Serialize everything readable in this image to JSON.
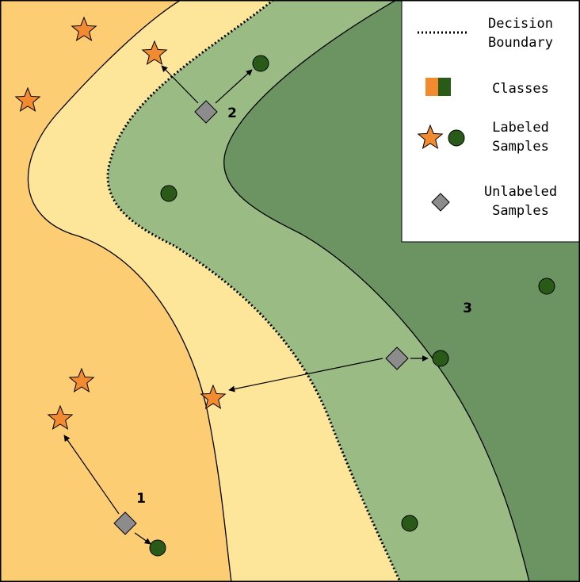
{
  "colors": {
    "orange_region": "#fdcd74",
    "yellow_region": "#fde59a",
    "light_green_region": "#9bbb84",
    "dark_green_region": "#6b9462",
    "star_fill": "#f28a30",
    "circle_fill": "#2a5a18",
    "diamond_fill": "#8c8c8c",
    "outline": "#000000"
  },
  "legend": {
    "boundary_line1": "Decision",
    "boundary_line2": "Boundary",
    "classes": "Classes",
    "labeled_line1": "Labeled",
    "labeled_line2": "Samples",
    "unlabeled_line1": "Unlabeled",
    "unlabeled_line2": "Samples"
  },
  "region_labels": {
    "one": "1",
    "two": "2",
    "three": "3"
  },
  "icons": {
    "labeled_class_a": "star-icon",
    "labeled_class_b": "circle-icon",
    "unlabeled": "diamond-icon"
  }
}
